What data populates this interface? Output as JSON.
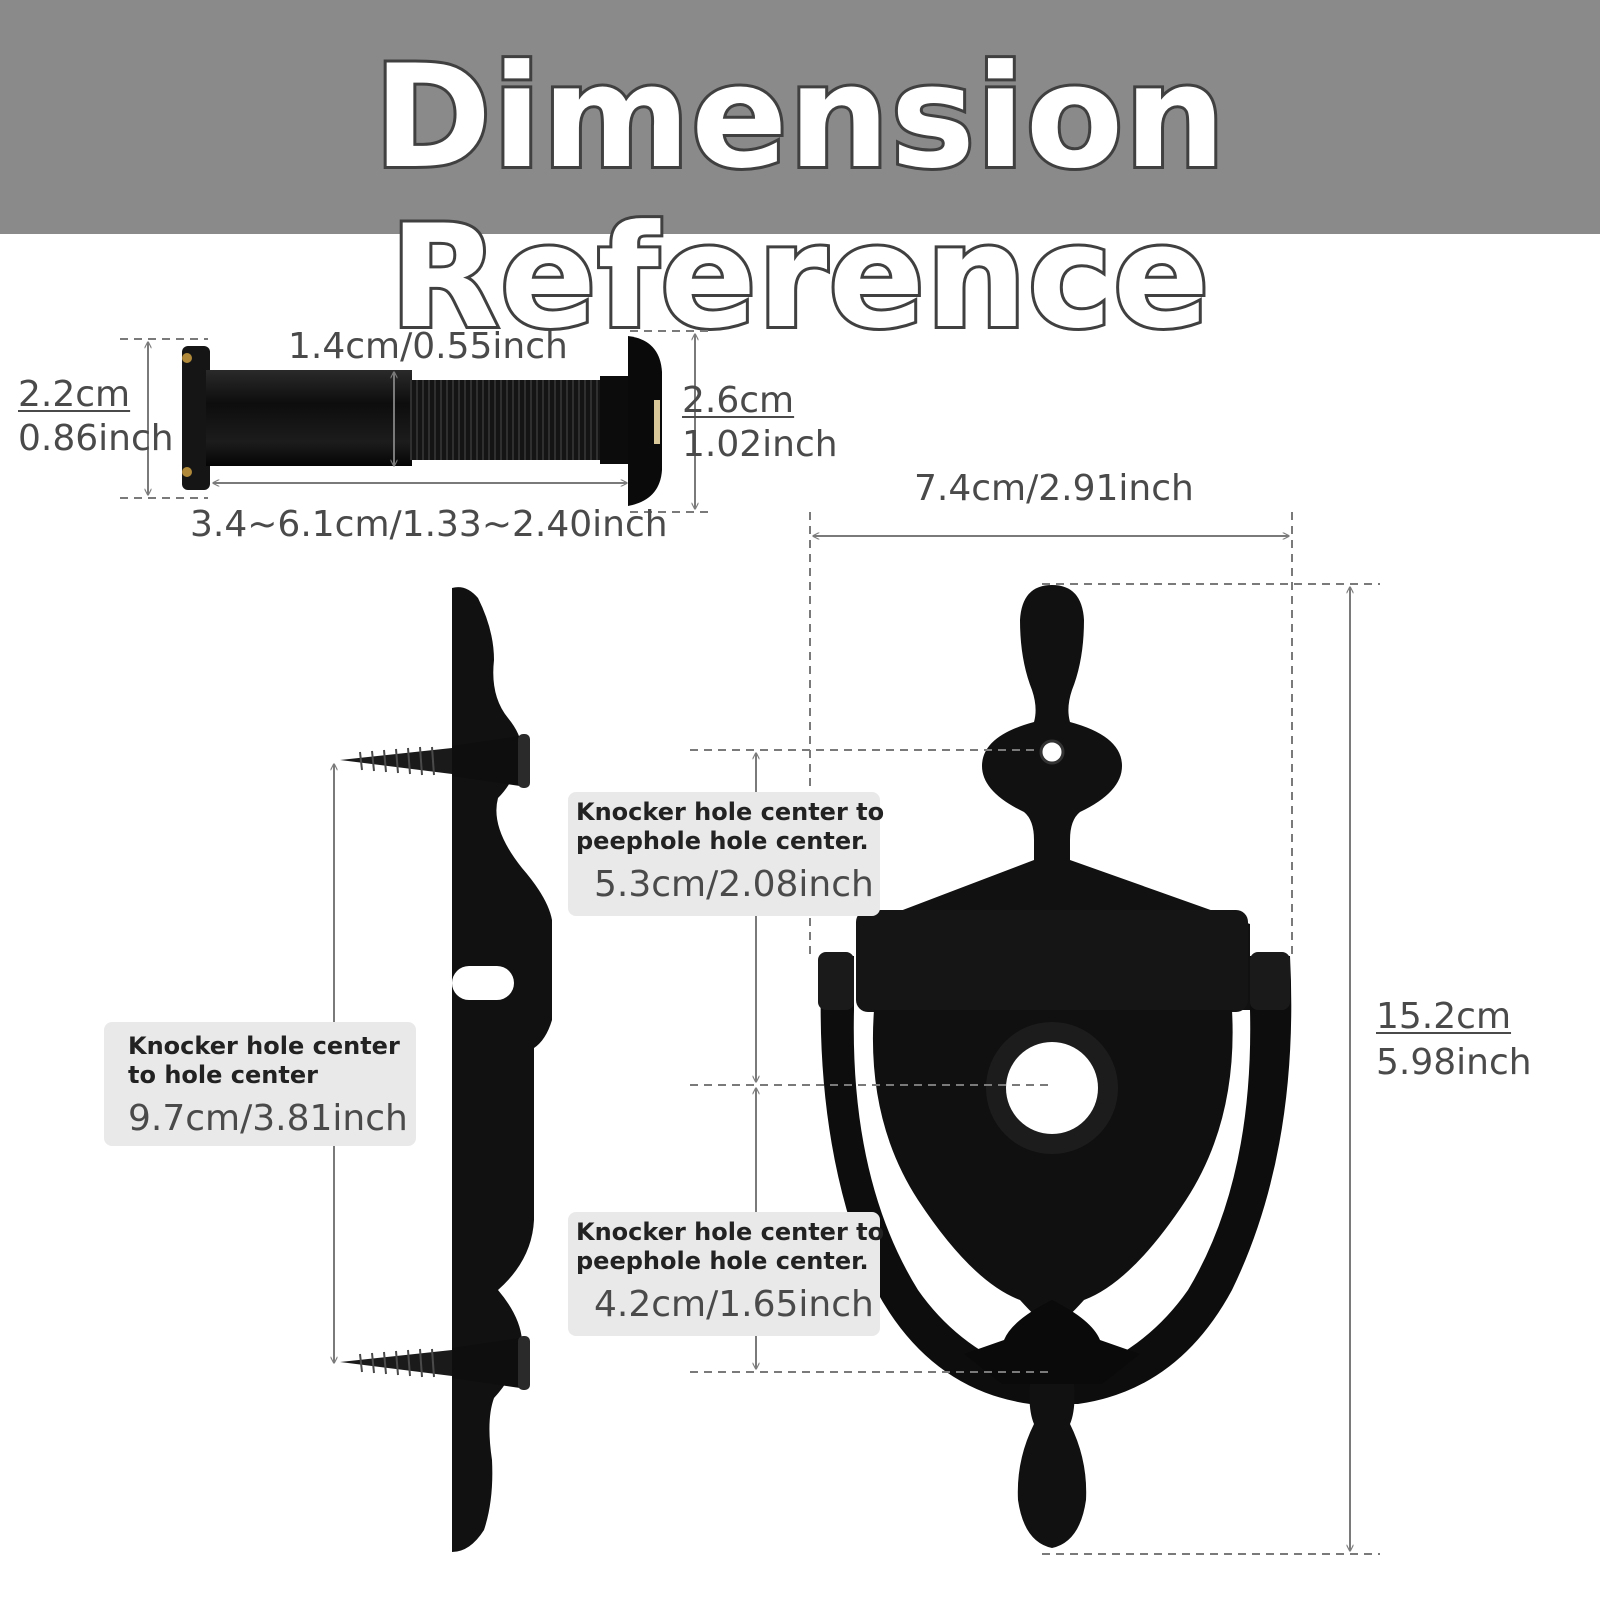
{
  "header": {
    "title": "Dimension Reference",
    "background": "#8a8a8a",
    "text_color": "#ffffff",
    "outline_color": "#404040"
  },
  "product_color": "#111111",
  "dimension_line_color": "#7a7a7a",
  "note_background": "#e9e9e9",
  "peephole": {
    "thread_length": "1.4cm/0.55inch",
    "barrel_diameter_cm": "2.2cm",
    "barrel_diameter_inch": "0.86inch",
    "lens_diameter_cm": "2.6cm",
    "lens_diameter_inch": "1.02inch",
    "adjustable_length": "3.4~6.1cm/1.33~2.40inch"
  },
  "knocker_front": {
    "width": "7.4cm/2.91inch",
    "height_cm": "15.2cm",
    "height_inch": "5.98inch"
  },
  "notes": {
    "upper": {
      "line1": "Knocker hole center to",
      "line2": "peephole hole center.",
      "value": "5.3cm/2.08inch"
    },
    "lower": {
      "line1": "Knocker hole center to",
      "line2": "peephole hole center.",
      "value": "4.2cm/1.65inch"
    },
    "side": {
      "line1": "Knocker hole center",
      "line2": "to hole center",
      "value": "9.7cm/3.81inch"
    }
  }
}
